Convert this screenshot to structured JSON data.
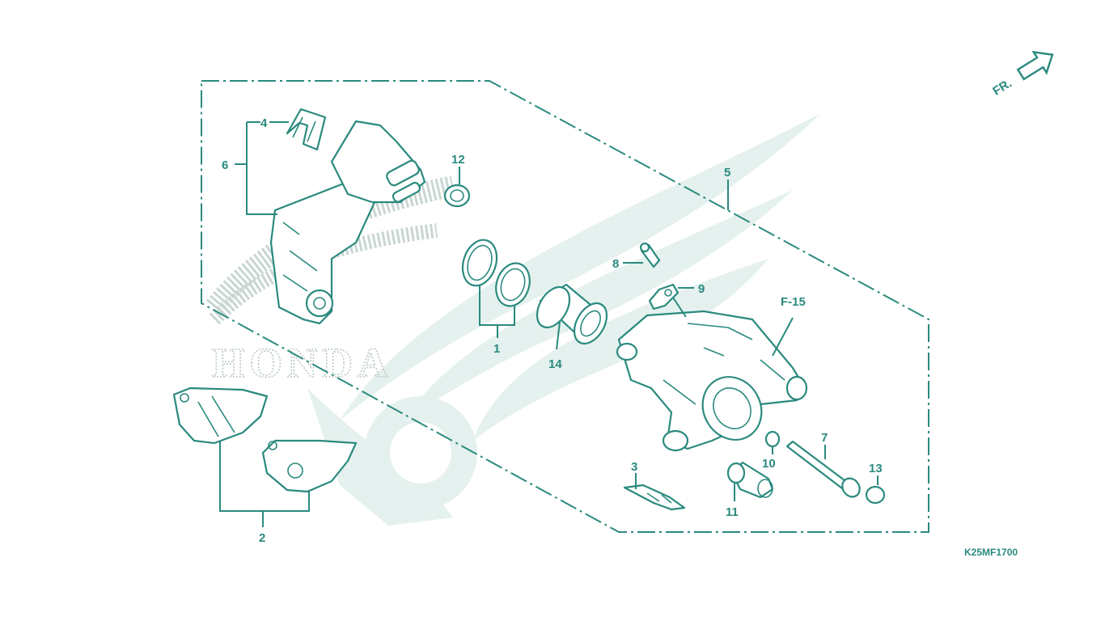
{
  "diagram": {
    "code": "K25MF1700",
    "direction_label": "FR.",
    "section_ref": "F-15",
    "watermark_text": "HONDA",
    "callouts": [
      "1",
      "2",
      "3",
      "4",
      "5",
      "6",
      "7",
      "8",
      "9",
      "10",
      "11",
      "12",
      "13",
      "14"
    ]
  },
  "colors": {
    "line": "#2a8a7e",
    "watermark": "#e4f1ee",
    "background": "#ffffff"
  }
}
